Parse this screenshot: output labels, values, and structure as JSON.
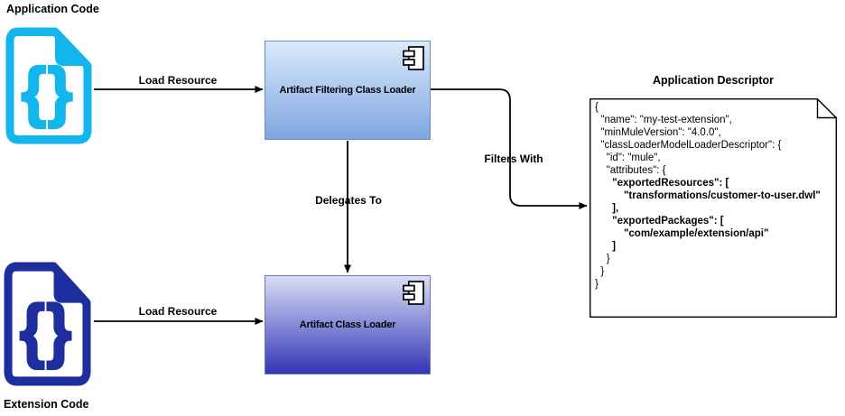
{
  "diagram": {
    "application_code": {
      "label": "Application Code",
      "glyph": "{}"
    },
    "extension_code": {
      "label": "Extension Code",
      "glyph": "{}"
    },
    "filtering_loader": {
      "label": "Artifact Filtering Class Loader"
    },
    "artifact_loader": {
      "label": "Artifact Class Loader"
    },
    "edges": {
      "load_resource_top": {
        "label": "Load Resource"
      },
      "load_resource_bottom": {
        "label": "Load Resource"
      },
      "delegates_to": {
        "label": "Delegates To"
      },
      "filters_with": {
        "label": "Filters With"
      }
    },
    "descriptor": {
      "title": "Application Descriptor",
      "code_lines": [
        {
          "text": "{",
          "bold": false
        },
        {
          "text": "  \"name\": \"my-test-extension\",",
          "bold": false
        },
        {
          "text": "  \"minMuleVersion\": \"4.0.0\",",
          "bold": false
        },
        {
          "text": "  \"classLoaderModelLoaderDescriptor\": {",
          "bold": false
        },
        {
          "text": "    \"id\": \"mule\",",
          "bold": false
        },
        {
          "text": "    \"attributes\": {",
          "bold": false
        },
        {
          "text": "      \"exportedResources\": [",
          "bold": true
        },
        {
          "text": "          \"transformations/customer-to-user.dwl\"",
          "bold": true
        },
        {
          "text": "      ],",
          "bold": true
        },
        {
          "text": "      \"exportedPackages\": [",
          "bold": true
        },
        {
          "text": "          \"com/example/extension/api\"",
          "bold": true
        },
        {
          "text": "      ]",
          "bold": true
        },
        {
          "text": "    }",
          "bold": false
        },
        {
          "text": "  }",
          "bold": false
        },
        {
          "text": "}",
          "bold": false
        }
      ]
    },
    "colors": {
      "application_icon": "#12B5EC",
      "extension_icon": "#1E2E9E",
      "filtering_box_gradient_top": "#DBE9FC",
      "filtering_box_gradient_bottom": "#7EA6E0",
      "filtering_box_border": "#6C8EBF",
      "loader_box_gradient_top": "#D9DEF6",
      "loader_box_gradient_bottom": "#3236B5",
      "loader_box_border": "#7077B9",
      "line_color": "#000000"
    }
  }
}
